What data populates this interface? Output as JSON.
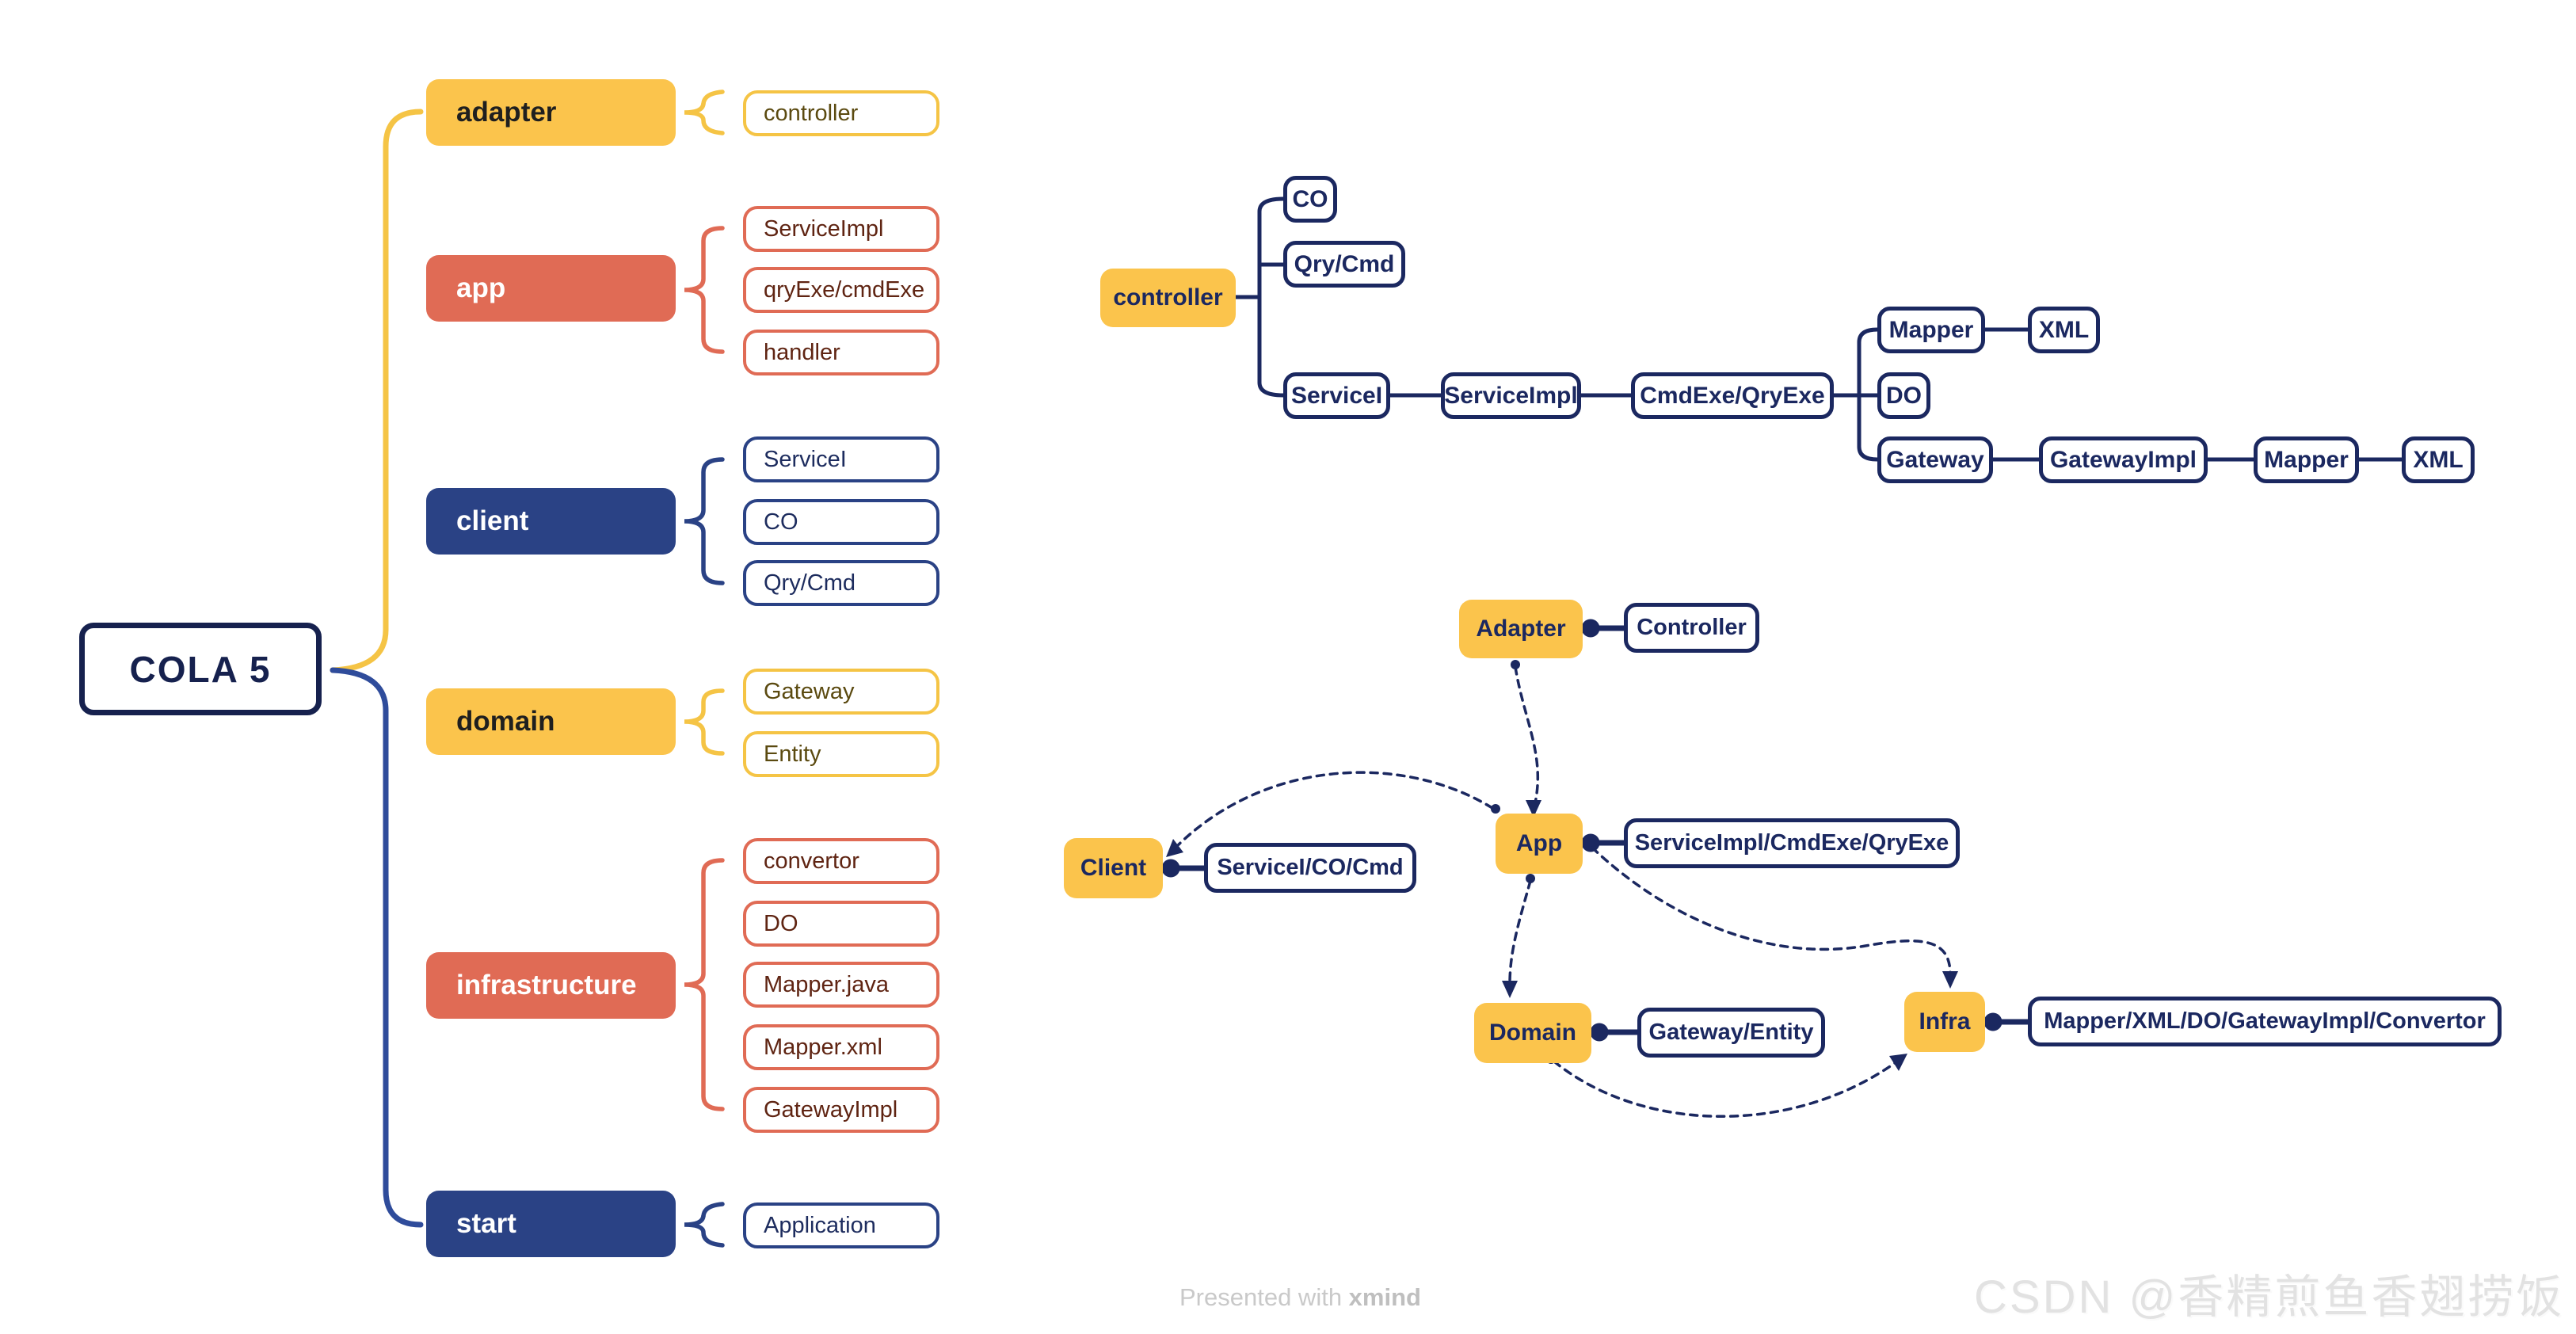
{
  "colors": {
    "yellow_fill": "#FBC44C",
    "yellow_line": "#F5C445",
    "salmon": "#E06B55",
    "navy_fill": "#2A4285",
    "dark_navy_line": "#1B2860",
    "root_navy": "#16214E",
    "trunk_blue": "#2F4C9B",
    "yellow_leaf_text": "#5B4A10",
    "salmon_leaf_text": "#5F2412",
    "navy_leaf_text": "#1D2C5E"
  },
  "root_label": "COLA 5",
  "left": {
    "branches": [
      {
        "label": "adapter",
        "children": [
          "controller"
        ]
      },
      {
        "label": "app",
        "children": [
          "ServiceImpl",
          "qryExe/cmdExe",
          "handler"
        ]
      },
      {
        "label": "client",
        "children": [
          "ServiceI",
          "CO",
          "Qry/Cmd"
        ]
      },
      {
        "label": "domain",
        "children": [
          "Gateway",
          "Entity"
        ]
      },
      {
        "label": "infrastructure",
        "children": [
          "convertor",
          "DO",
          "Mapper.java",
          "Mapper.xml",
          "GatewayImpl"
        ]
      },
      {
        "label": "start",
        "children": [
          "Application"
        ]
      }
    ]
  },
  "flow": {
    "root": "controller",
    "co": "CO",
    "qry_cmd": "Qry/Cmd",
    "service_i": "ServiceI",
    "service_impl": "ServiceImpl",
    "cmd_exe": "CmdExe/QryExe",
    "mapper_top": "Mapper",
    "xml_top": "XML",
    "do_node": "DO",
    "gateway": "Gateway",
    "gateway_impl": "GatewayImpl",
    "mapper_bottom": "Mapper",
    "xml_bottom": "XML"
  },
  "arch": {
    "adapter": "Adapter",
    "controller": "Controller",
    "app": "App",
    "app_detail": "ServiceImpl/CmdExe/QryExe",
    "client": "Client",
    "client_detail": "ServiceI/CO/Cmd",
    "domain": "Domain",
    "domain_detail": "Gateway/Entity",
    "infra": "Infra",
    "infra_detail": "Mapper/XML/DO/GatewayImpl/Convertor"
  },
  "footer": {
    "presented_prefix": "Presented with ",
    "brand": "xmind",
    "watermark": "CSDN @香精煎鱼香翅捞饭"
  }
}
